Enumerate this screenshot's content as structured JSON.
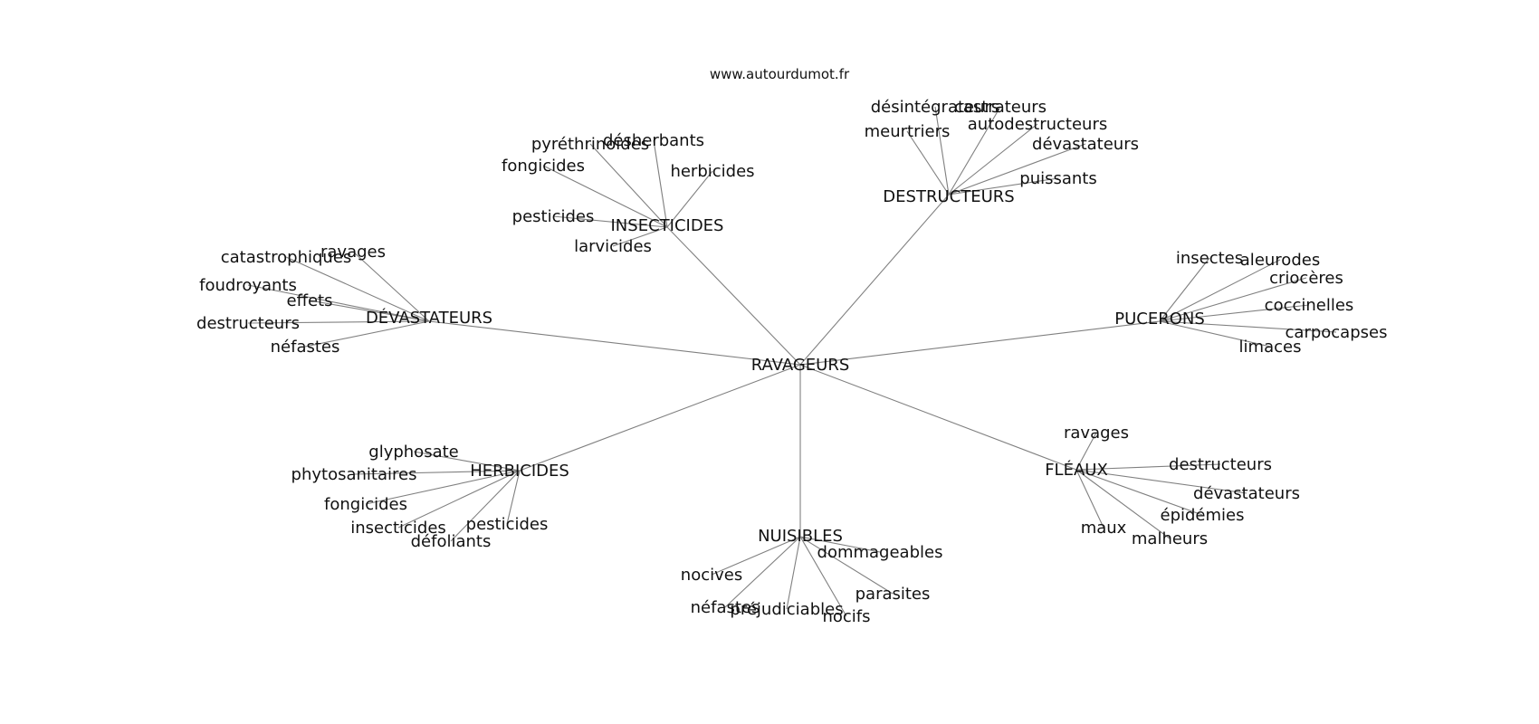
{
  "watermark": "www.autourdumot.fr",
  "center": {
    "id": "center",
    "label": "RAVAGEURS"
  },
  "groups": [
    {
      "id": "insecticides",
      "label": "INSECTICIDES",
      "leaves": [
        "désherbants",
        "pyréthrinoïdes",
        "fongicides",
        "herbicides",
        "pesticides",
        "larvicides"
      ]
    },
    {
      "id": "destructeurs",
      "label": "DESTRUCTEURS",
      "leaves": [
        "désintégrateurs",
        "castrateurs",
        "meurtriers",
        "autodestructeurs",
        "dévastateurs",
        "puissants"
      ]
    },
    {
      "id": "devastateurs",
      "label": "DÉVASTATEURS",
      "leaves": [
        "ravages",
        "catastrophiques",
        "foudroyants",
        "effets",
        "destructeurs",
        "néfastes"
      ]
    },
    {
      "id": "pucerons",
      "label": "PUCERONS",
      "leaves": [
        "insectes",
        "aleurodes",
        "criocères",
        "coccinelles",
        "carpocapses",
        "limaces"
      ]
    },
    {
      "id": "herbicides",
      "label": "HERBICIDES",
      "leaves": [
        "glyphosate",
        "phytosanitaires",
        "fongicides",
        "insecticides",
        "pesticides",
        "défoliants"
      ]
    },
    {
      "id": "nuisibles",
      "label": "NUISIBLES",
      "leaves": [
        "dommageables",
        "nocives",
        "parasites",
        "néfastes",
        "préjudiciables",
        "nocifs"
      ]
    },
    {
      "id": "fleaux",
      "label": "FLÉAUX",
      "leaves": [
        "ravages",
        "destructeurs",
        "dévastateurs",
        "épidémies",
        "maux",
        "malheurs"
      ]
    }
  ]
}
